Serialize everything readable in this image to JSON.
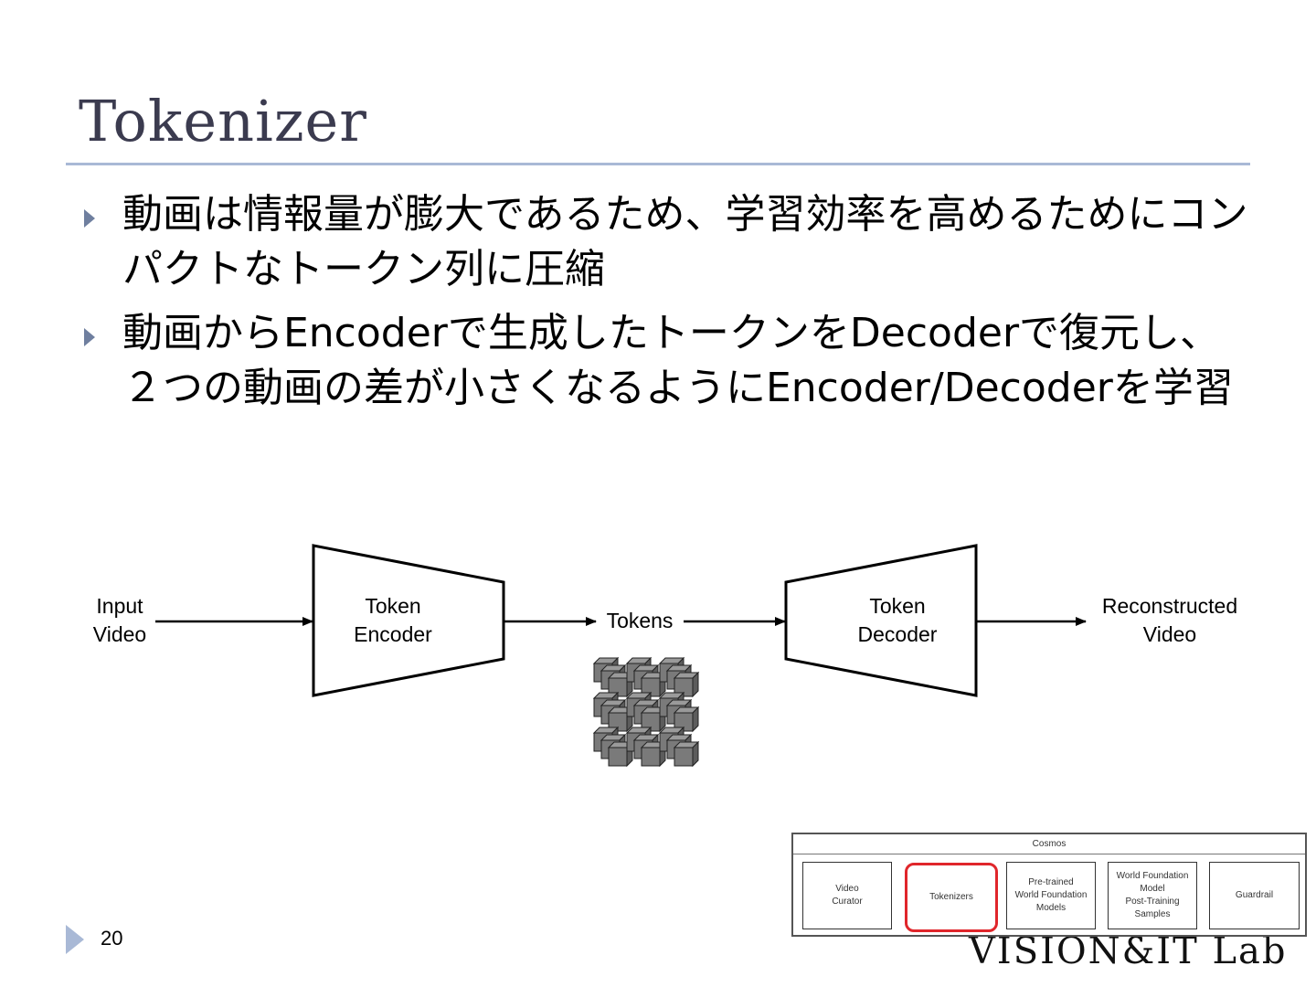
{
  "slide": {
    "title": "Tokenizer",
    "bullets": [
      "動画は情報量が膨大であるため、学習効率を高めるためにコンパクトなトークン列に圧縮",
      "動画からEncoderで生成したトークンをDecoderで復元し、２つの動画の差が小さくなるようにEncoder/Decoderを学習"
    ],
    "page_number": "20",
    "lab_logo": "VISION&IT Lab"
  },
  "diagram": {
    "input": "Input\nVideo",
    "encoder": "Token\nEncoder",
    "tokens": "Tokens",
    "decoder": "Token\nDecoder",
    "output": "Reconstructed\nVideo"
  },
  "cosmos": {
    "title": "Cosmos",
    "components": [
      "Video\nCurator",
      "Tokenizers",
      "Pre-trained\nWorld Foundation\nModels",
      "World Foundation\nModel\nPost-Training\nSamples",
      "Guardrail"
    ],
    "highlighted_index": 1,
    "highlight_color": "#e0262b"
  },
  "colors": {
    "accent": "#a9b9d6",
    "title": "#3b3b4f"
  }
}
